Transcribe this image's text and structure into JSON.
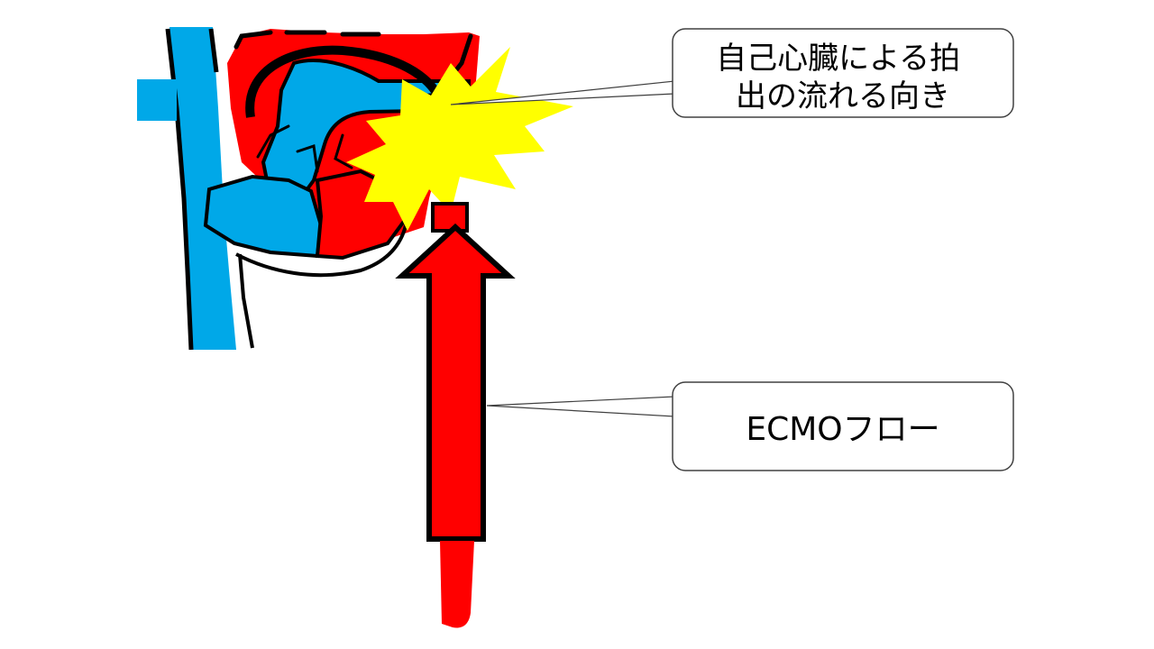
{
  "callouts": {
    "heart_ejection": {
      "lines": [
        "自己心臓による拍",
        "出の流れる向き"
      ]
    },
    "ecmo_flow": {
      "label": "ECMOフロー"
    }
  },
  "colors": {
    "vein_blue": "#00a8e8",
    "artery_red": "#ff0000",
    "collision_yellow": "#ffff00",
    "outline": "#000000"
  }
}
